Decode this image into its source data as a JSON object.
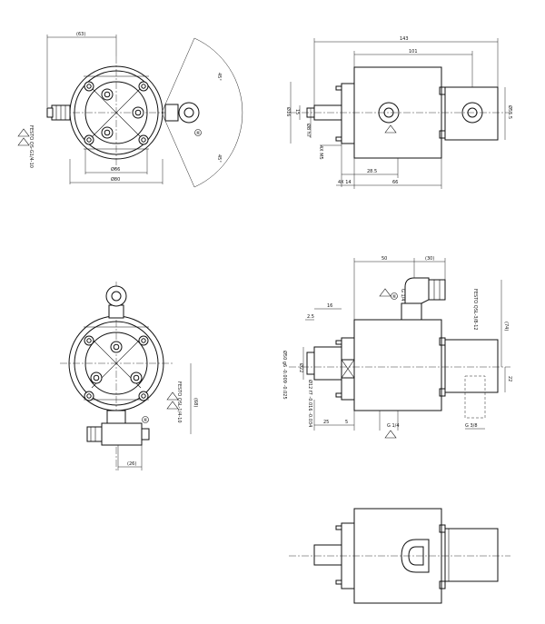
{
  "views": {
    "front_top": {
      "dim_width_top": "(63)",
      "angle_upper": "45°",
      "angle_lower": "45°",
      "dia_inner": "Ø66",
      "dia_outer": "Ø80",
      "fitting_label": "FESTO QS-G1/4-10",
      "note_mark": "⑥"
    },
    "side_top": {
      "len_overall": "143",
      "len_body": "101",
      "dia_shaft": "Ø16",
      "dim_15": "15",
      "dia_h8": "Ø8 h7",
      "thread_m5": "4X M5",
      "dim_285": "28.5",
      "dim_4x14": "4X 14",
      "dim_66": "66",
      "dia_side": "Ø55.5"
    },
    "front_bottom": {
      "dim_26": "(26)",
      "dim_68": "(68)",
      "fitting_label": "FESTO QSL-1/4-10",
      "note_mark": "⑥"
    },
    "side_bottom": {
      "dim_50": "50",
      "dim_30": "(30)",
      "dim_16": "16",
      "dim_25a": "2.5",
      "dim_d22": "Ø22",
      "dim_sections": "Ø50 g6 -0.009 -0.025",
      "dim_d12": "Ø12 f7 -0.016 -0.034",
      "thread_g14_top": "G 1/4",
      "thread_g14_bot": "G 1/4",
      "thread_g38": "G 3/8",
      "fitting_label": "FESTO QSL-3/8-12",
      "dim_74": "(74)",
      "dim_22": "22",
      "dim_25": "25",
      "dim_5": "5",
      "note_mark": "⑥"
    }
  }
}
